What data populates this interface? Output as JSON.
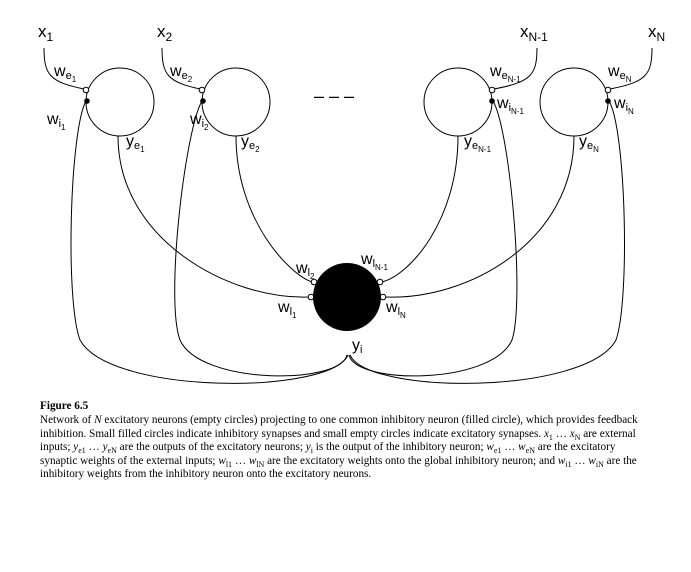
{
  "diagram": {
    "inputs": [
      "x1",
      "x2",
      "xN-1",
      "xN"
    ],
    "ellipsis": "– – –",
    "labels": {
      "we1": "w",
      "we1_sub": "e",
      "we1_subsub": "1",
      "we2": "w",
      "we2_sub": "e",
      "we2_subsub": "2",
      "weN1": "w",
      "weN1_sub": "e",
      "weN1_subsub": "N-1",
      "weN": "w",
      "weN_sub": "e",
      "weN_subsub": "N",
      "wi1": "w",
      "wi1_sub": "i",
      "wi1_subsub": "1",
      "wi2": "w",
      "wi2_sub": "i",
      "wi2_subsub": "2",
      "wiN1": "w",
      "wiN1_sub": "i",
      "wiN1_subsub": "N-1",
      "wiN": "w",
      "wiN_sub": "i",
      "wiN_subsub": "N",
      "ye1": "y",
      "ye1_sub": "e",
      "ye1_subsub": "1",
      "ye2": "y",
      "ye2_sub": "e",
      "ye2_subsub": "2",
      "yeN1": "y",
      "yeN1_sub": "e",
      "yeN1_subsub": "N-1",
      "yeN": "y",
      "yeN_sub": "e",
      "yeN_subsub": "N",
      "wl1": "w",
      "wl1_sub": "l",
      "wl1_subsub": "1",
      "wl2": "w",
      "wl2_sub": "l",
      "wl2_subsub": "2",
      "wlN1": "w",
      "wlN1_sub": "l",
      "wlN1_subsub": "N-1",
      "wlN": "w",
      "wlN_sub": "l",
      "wlN_subsub": "N",
      "yi": "y",
      "yi_sub": "i"
    }
  },
  "caption": {
    "title": "Figure 6.5",
    "p1": "Network of ",
    "N": "N",
    "p2": " excitatory neurons (empty circles) projecting to one common inhibitory neuron (filled circle), which provides feedback inhibition. Small filled circles indicate inhibitory synapses and small empty circles indicate excitatory synapses. ",
    "x1": "x",
    "x1s": "1",
    "dots": " … ",
    "xN": "x",
    "xNs": "N",
    "p3": " are external inputs; ",
    "ye1": "y",
    "ye1s": "e1",
    "yeN": "y",
    "yeNs": "eN",
    "p4": " are the outputs of the excitatory neurons; ",
    "yi": "y",
    "yis": "i",
    "p5": " is the output of the inhibitory neuron; ",
    "we1": "w",
    "we1s": "e1",
    "weN": "w",
    "weNs": "eN",
    "p6": " are the excitatory synaptic weights of the external inputs; ",
    "wl1": "w",
    "wl1s": "l1",
    "wlN": "w",
    "wlNs": "lN",
    "p7": " are the excitatory weights onto the global inhibitory neuron; and ",
    "wi1": "w",
    "wi1s": "i1",
    "wiN": "w",
    "wiNs": "iN",
    "p8": " are the inhibitory weights from the inhibitory neuron onto the excitatory neurons."
  }
}
